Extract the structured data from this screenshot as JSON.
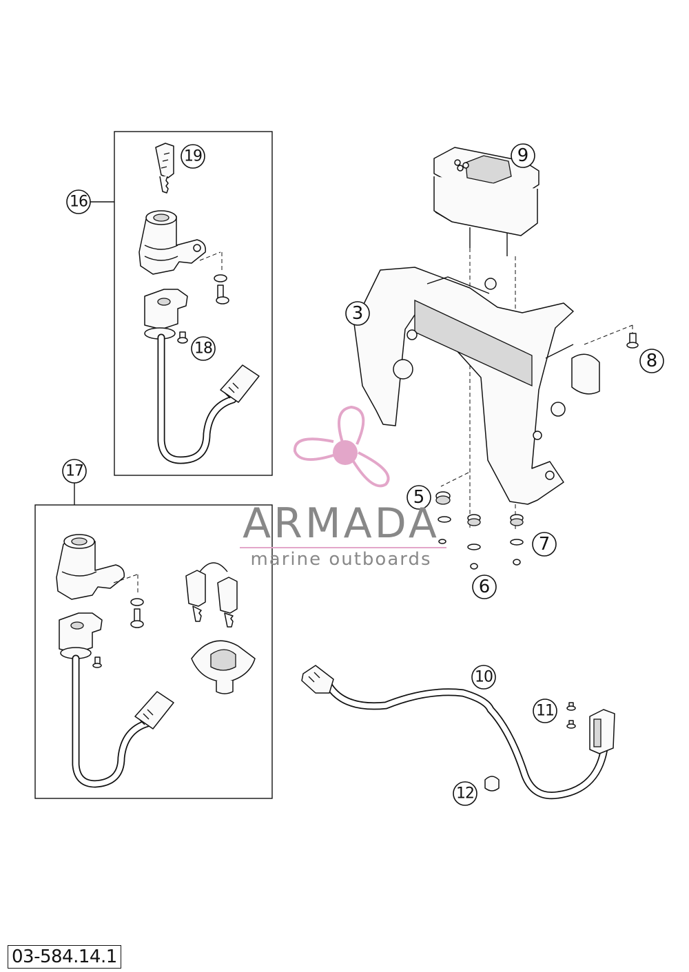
{
  "drawing_number": "03-584.14.1",
  "callouts": [
    {
      "id": "c3",
      "label": "3"
    },
    {
      "id": "c5",
      "label": "5"
    },
    {
      "id": "c6",
      "label": "6"
    },
    {
      "id": "c7",
      "label": "7"
    },
    {
      "id": "c8",
      "label": "8"
    },
    {
      "id": "c9",
      "label": "9"
    },
    {
      "id": "c10",
      "label": "10"
    },
    {
      "id": "c11",
      "label": "11"
    },
    {
      "id": "c12",
      "label": "12"
    },
    {
      "id": "c16",
      "label": "16"
    },
    {
      "id": "c17",
      "label": "17"
    },
    {
      "id": "c18",
      "label": "18"
    },
    {
      "id": "c19",
      "label": "19"
    }
  ],
  "watermark": {
    "brand": "ARMADA",
    "tagline": "marine outboards",
    "logo_icon": "propeller-logo-icon",
    "brand_color": "#888888",
    "accent_color": "#e3a6c9"
  }
}
